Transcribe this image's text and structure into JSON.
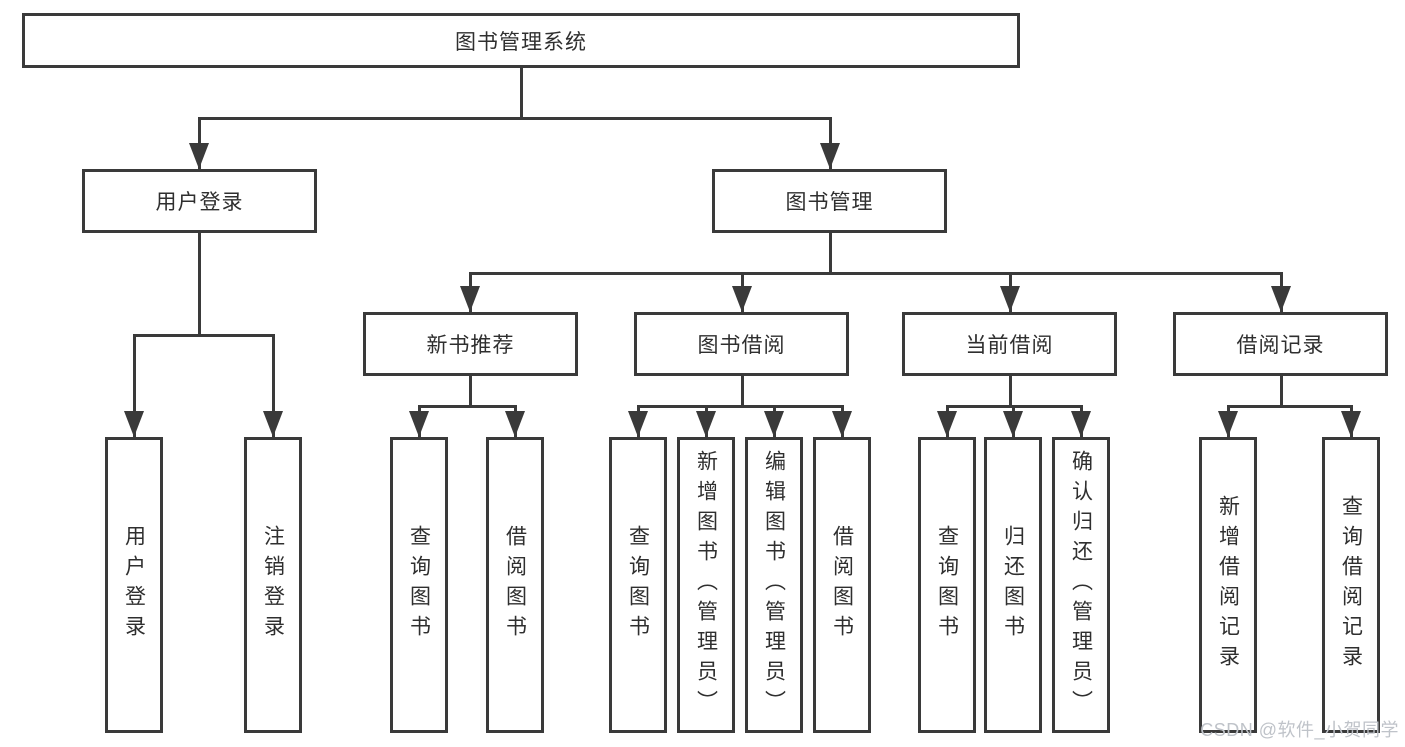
{
  "tree": {
    "label": "图书管理系统",
    "children": [
      {
        "label": "用户登录",
        "children": [
          {
            "label": "用户登录"
          },
          {
            "label": "注销登录"
          }
        ]
      },
      {
        "label": "图书管理",
        "children": [
          {
            "label": "新书推荐",
            "children": [
              {
                "label": "查询图书"
              },
              {
                "label": "借阅图书"
              }
            ]
          },
          {
            "label": "图书借阅",
            "children": [
              {
                "label": "查询图书"
              },
              {
                "label": "新增图书（管理员）"
              },
              {
                "label": "编辑图书（管理员）"
              },
              {
                "label": "借阅图书"
              }
            ]
          },
          {
            "label": "当前借阅",
            "children": [
              {
                "label": "查询图书"
              },
              {
                "label": "归还图书"
              },
              {
                "label": "确认归还（管理员）"
              }
            ]
          },
          {
            "label": "借阅记录",
            "children": [
              {
                "label": "新增借阅记录"
              },
              {
                "label": "查询借阅记录"
              }
            ]
          }
        ]
      }
    ]
  },
  "watermark": {
    "text": "CSDN @软件_小贺同学"
  },
  "colors": {
    "line": "#3a3a3a",
    "text": "#2f2f2f",
    "background": "#ffffff",
    "watermark": "#bfc3c9"
  }
}
